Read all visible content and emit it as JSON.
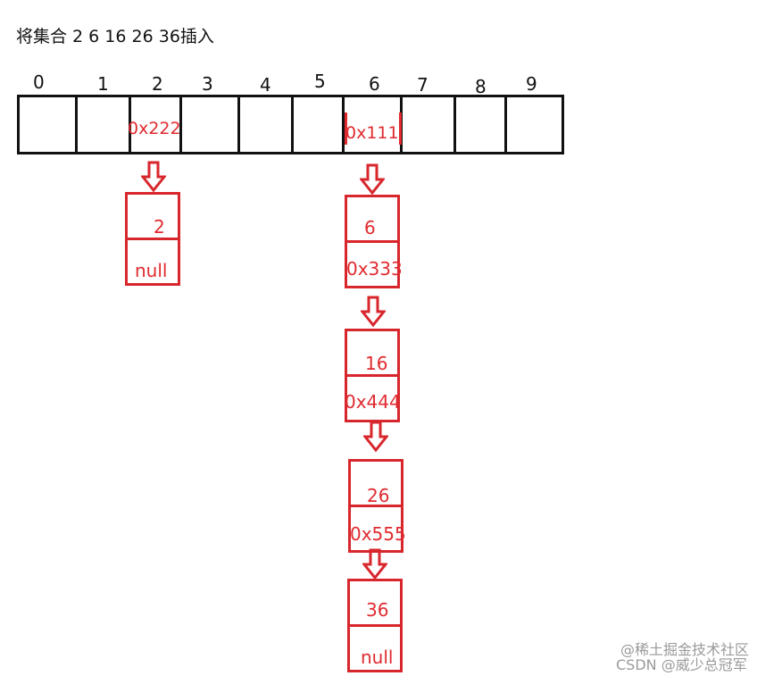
{
  "title": "将集合 2 6 16 26 36插入",
  "hash_table": {
    "indices": [
      "0",
      "1",
      "2",
      "3",
      "4",
      "5",
      "6",
      "7",
      "8",
      "9"
    ],
    "slot_pointers": [
      {
        "index": 2,
        "value": "0x222"
      },
      {
        "index": 6,
        "value": "0x111"
      }
    ]
  },
  "chains": [
    {
      "slot": 2,
      "nodes": [
        {
          "data": "2",
          "next": "null"
        }
      ]
    },
    {
      "slot": 6,
      "nodes": [
        {
          "data": "6",
          "next": "0x333"
        },
        {
          "data": "16",
          "next": "0x444"
        },
        {
          "data": "26",
          "next": "0x555"
        },
        {
          "data": "36",
          "next": "null"
        }
      ]
    }
  ],
  "colors": {
    "line": "#111111",
    "accent": "#e02a2f"
  },
  "watermark": {
    "line1": "@稀土掘金技术社区",
    "line2": "CSDN @威少总冠军"
  }
}
